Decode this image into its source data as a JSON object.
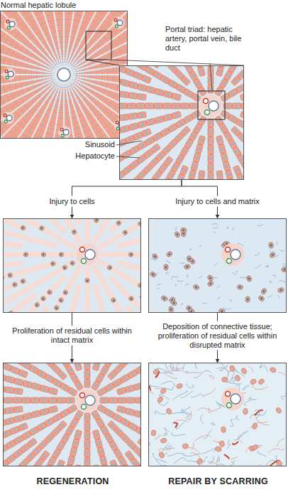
{
  "diagram": {
    "nodes": [
      {
        "text": [
          "Normal hepatic lobule"
        ]
      },
      {
        "text": [
          "Portal triad: hepatic artery, portal vein, bile duct"
        ]
      },
      {
        "text": []
      },
      {
        "text": []
      },
      {
        "text": [
          "REGENERATION"
        ]
      },
      {
        "text": [
          "REPAIR BY SCARRING"
        ]
      }
    ],
    "edges": [
      {
        "from": 0,
        "to": 1,
        "arrow": "none"
      },
      {
        "from": 1,
        "to": 2,
        "label": "Injury to cells",
        "arrow": "to"
      },
      {
        "from": 1,
        "to": 3,
        "label": "Injury to cells and matrix",
        "arrow": "to"
      },
      {
        "from": 2,
        "to": 4,
        "label": "Proliferation of residual cells within intact matrix",
        "arrow": "to"
      },
      {
        "from": 3,
        "to": 5,
        "label": "Deposition of connective tissue; proliferation of residual cells within disrupted matrix",
        "arrow": "to"
      }
    ],
    "labels": [
      "Sinusoid",
      "Hepatocyte"
    ]
  }
}
